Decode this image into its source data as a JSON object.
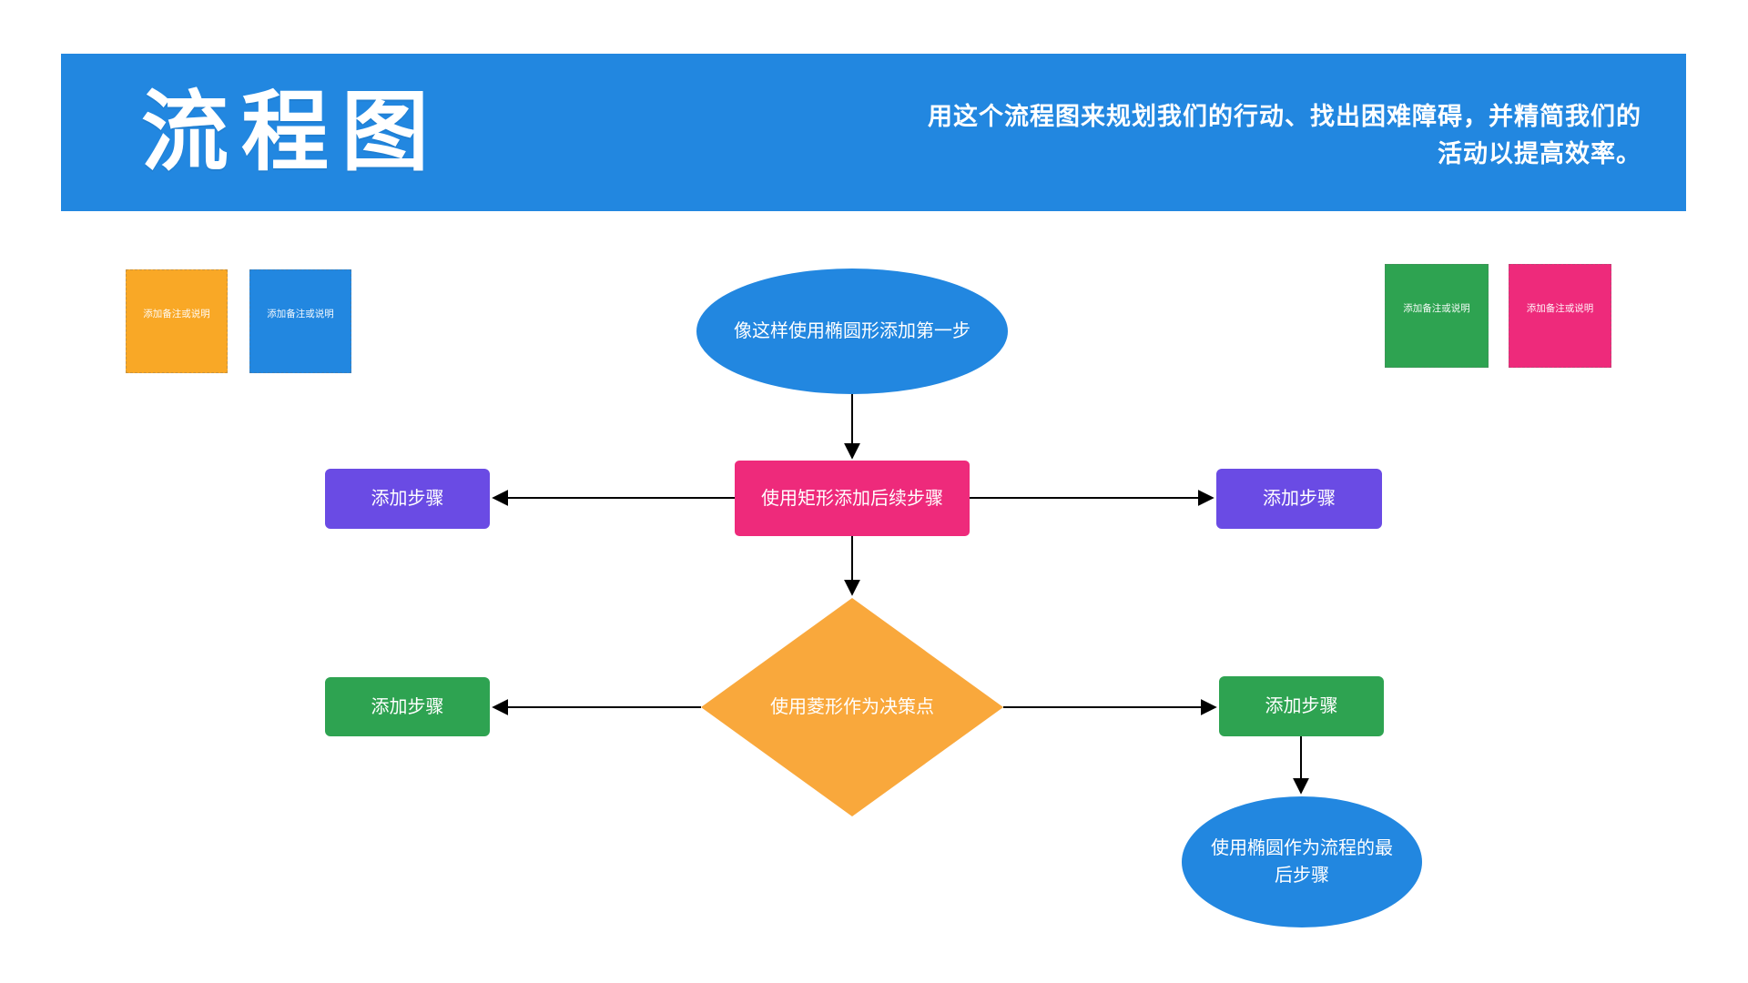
{
  "header": {
    "title": "流程图",
    "description_lines": [
      "用这个流程图来规划我们的行动、找出困难障碍，并精简我们的",
      "活动以提高效率。"
    ],
    "background": "#2287E0",
    "text_color": "#FFFFFF"
  },
  "notes": [
    {
      "label": "添加备注或说明",
      "color": "#F9A826",
      "position": "top-left-1"
    },
    {
      "label": "添加备注或说明",
      "color": "#2287E0",
      "position": "top-left-2"
    },
    {
      "label": "添加备注或说明",
      "color": "#2EA351",
      "position": "top-right-1"
    },
    {
      "label": "添加备注或说明",
      "color": "#EE2A7B",
      "position": "top-right-2"
    }
  ],
  "flowchart": {
    "connector_color": "#000000",
    "nodes": {
      "start_ellipse": {
        "shape": "ellipse",
        "color": "#2287E0",
        "label": "像这样使用椭圆形添加第一步"
      },
      "process_rect": {
        "shape": "rectangle",
        "color": "#EE2A7B",
        "label": "使用矩形添加后续步骤"
      },
      "step_left_purple": {
        "shape": "rectangle",
        "color": "#6A4BE4",
        "label": "添加步骤"
      },
      "step_right_purple": {
        "shape": "rectangle",
        "color": "#6A4BE4",
        "label": "添加步骤"
      },
      "decision_diamond": {
        "shape": "diamond",
        "color": "#F9A83C",
        "label": "使用菱形作为决策点"
      },
      "step_left_green": {
        "shape": "rectangle",
        "color": "#2EA351",
        "label": "添加步骤"
      },
      "step_right_green": {
        "shape": "rectangle",
        "color": "#2EA351",
        "label": "添加步骤"
      },
      "end_ellipse": {
        "shape": "ellipse",
        "color": "#2287E0",
        "label": "使用椭圆作为流程的最后步骤"
      }
    },
    "connections": [
      "start_ellipse -> process_rect",
      "process_rect -> step_left_purple",
      "process_rect -> step_right_purple",
      "process_rect -> decision_diamond",
      "decision_diamond -> step_left_green",
      "decision_diamond -> step_right_green",
      "step_right_green -> end_ellipse"
    ]
  }
}
